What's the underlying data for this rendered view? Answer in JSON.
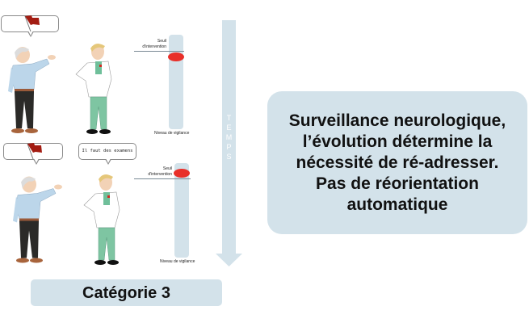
{
  "scenes": [
    {
      "patient_bubble": {
        "icon": "red-flag-icon"
      },
      "doctor_bubble": null,
      "gauge": {
        "threshold_label": "Seuil\nd'intervention",
        "caption": "Niveau de vigilance",
        "dot_position": "below-threshold"
      }
    },
    {
      "patient_bubble": {
        "icon": "red-flag-icon"
      },
      "doctor_bubble": {
        "text": "Il faut des examens"
      },
      "gauge": {
        "threshold_label": "Seuil\nd'intervention",
        "caption": "Niveau de vigilance",
        "dot_position": "above-threshold"
      }
    }
  ],
  "time_arrow": {
    "label": [
      "T",
      "E",
      "M",
      "P",
      "S"
    ]
  },
  "summary_box": {
    "text": "Surveillance neurologique,\nl’évolution détermine la\nnécessité de ré-adresser.\nPas de réorientation\nautomatique"
  },
  "category": {
    "label": "Catégorie 3"
  },
  "colors": {
    "panel": "#d3e2ea",
    "dot": "#e8302a",
    "flag": "#a31c12"
  }
}
